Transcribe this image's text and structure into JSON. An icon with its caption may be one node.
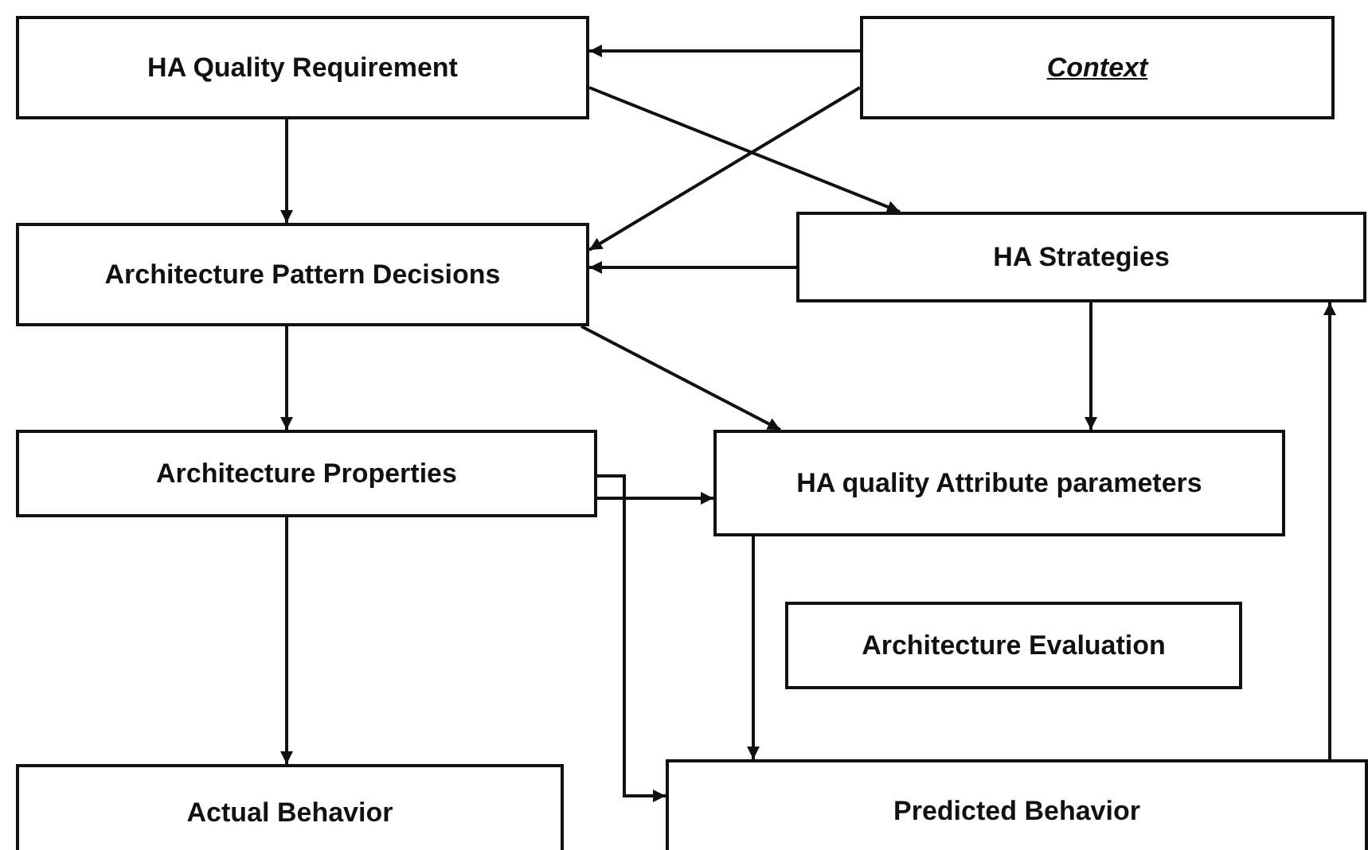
{
  "diagram": {
    "nodes": [
      {
        "text": [
          "HA Quality Requirement"
        ]
      },
      {
        "text": [
          "Context"
        ]
      },
      {
        "text": [
          "Architecture Pattern Decisions"
        ]
      },
      {
        "text": [
          "HA Strategies"
        ]
      },
      {
        "text": [
          "Architecture Properties"
        ]
      },
      {
        "text": [
          "HA quality Attribute parameters"
        ]
      },
      {
        "text": [
          "Architecture Evaluation"
        ]
      },
      {
        "text": [
          "Actual Behavior"
        ]
      },
      {
        "text": [
          "Predicted Behavior"
        ]
      }
    ],
    "edges": [
      {
        "from": 1,
        "to": 0,
        "arrow": "to"
      },
      {
        "from": 0,
        "to": 3,
        "arrow": "to"
      },
      {
        "from": 1,
        "to": 2,
        "arrow": "to"
      },
      {
        "from": 0,
        "to": 2,
        "arrow": "to"
      },
      {
        "from": 3,
        "to": 2,
        "arrow": "to"
      },
      {
        "from": 2,
        "to": 5,
        "arrow": "to"
      },
      {
        "from": 3,
        "to": 5,
        "arrow": "to"
      },
      {
        "from": 2,
        "to": 4,
        "arrow": "to"
      },
      {
        "from": 4,
        "to": 5,
        "arrow": "to"
      },
      {
        "from": 4,
        "to": 8,
        "arrow": "to"
      },
      {
        "from": 5,
        "to": 8,
        "arrow": "to"
      },
      {
        "from": 4,
        "to": 7,
        "arrow": "to"
      },
      {
        "from": 8,
        "to": 3,
        "arrow": "to"
      }
    ]
  }
}
